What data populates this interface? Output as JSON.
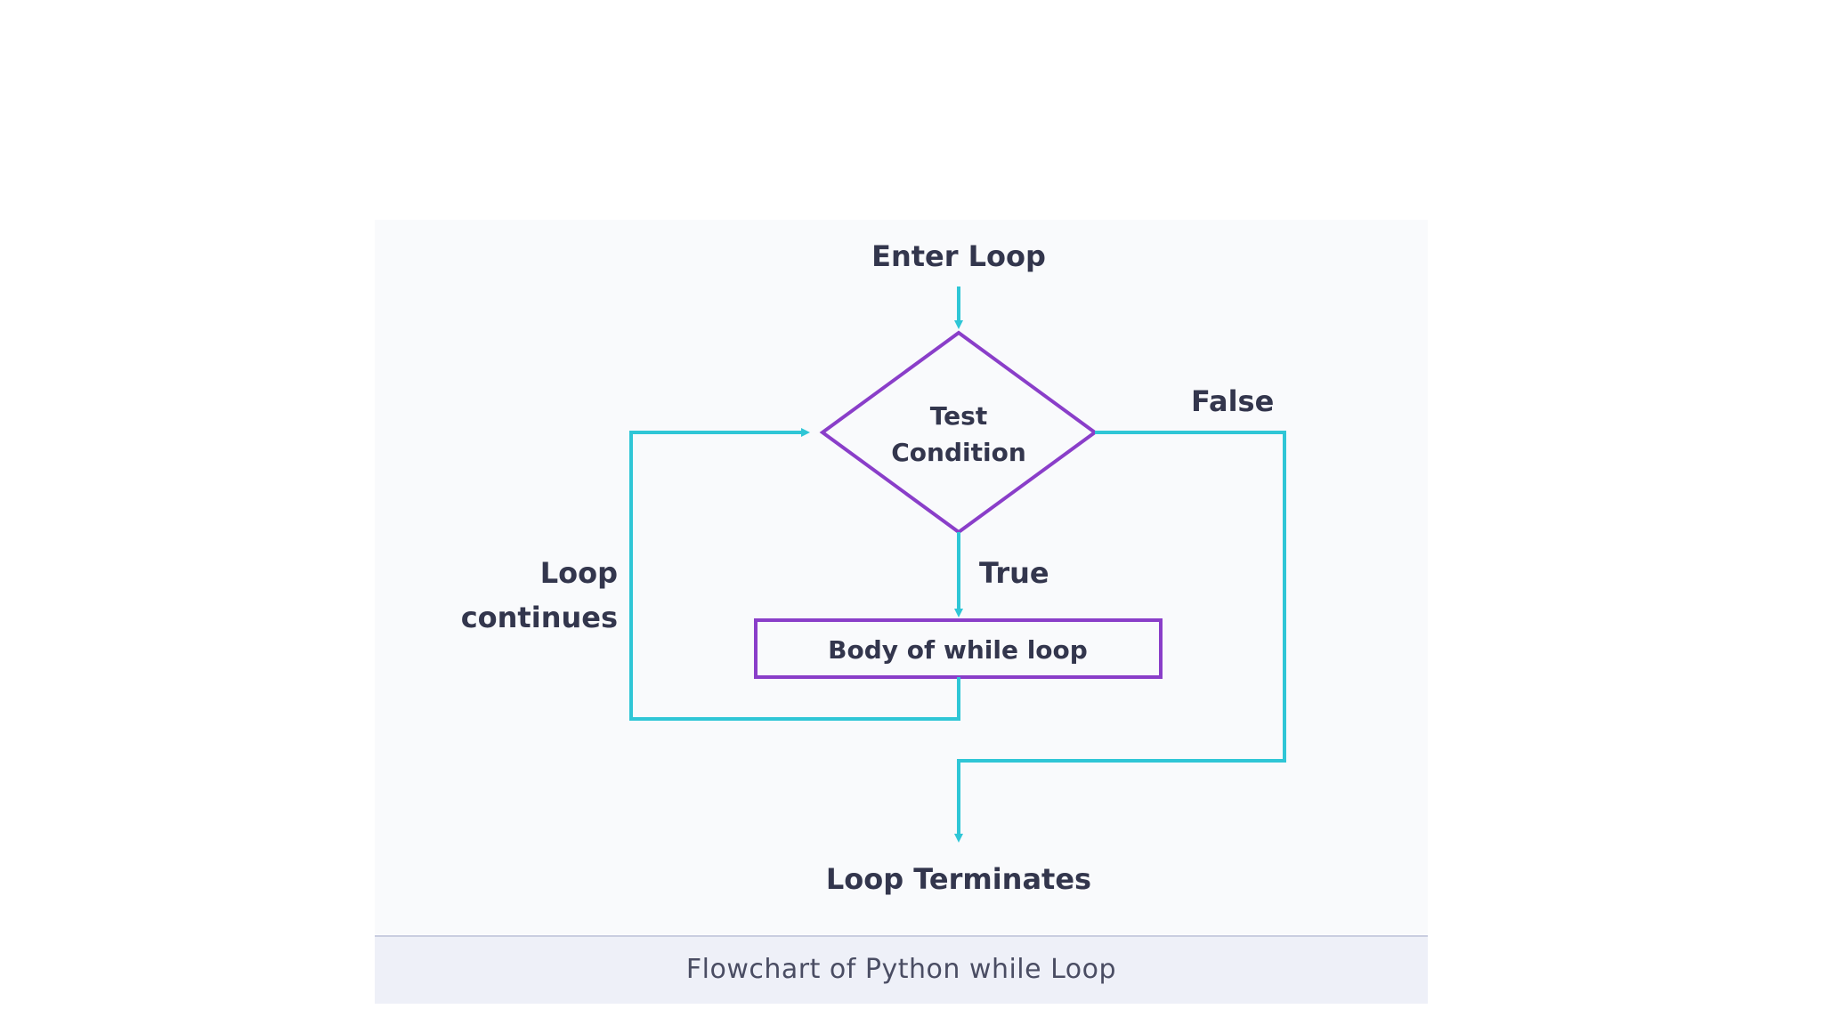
{
  "diagram": {
    "nodes": {
      "enter": "Enter Loop",
      "condition_line1": "Test",
      "condition_line2": "Condition",
      "body": "Body of while loop",
      "terminate": "Loop Terminates"
    },
    "edges": {
      "true_label": "True",
      "false_label": "False",
      "loop_label_line1": "Loop",
      "loop_label_line2": "continues"
    },
    "caption": "Flowchart of Python while Loop",
    "colors": {
      "arrow": "#2fc6d6",
      "shape": "#8a3ec9",
      "text": "#33364d"
    }
  }
}
